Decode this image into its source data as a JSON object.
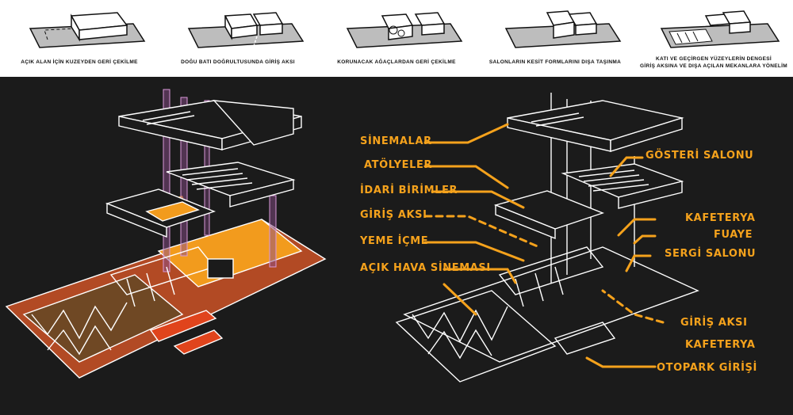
{
  "steps": [
    {
      "caption": "AÇIK ALAN İÇİN KUZEYDEN GERİ ÇEKİLME"
    },
    {
      "caption": "DOĞU BATI DOĞRULTUSUNDA GİRİŞ AKSI"
    },
    {
      "caption": "KORUNACAK AĞAÇLARDAN GERİ ÇEKİLME"
    },
    {
      "caption": "SALONLARIN KESİT FORMLARINI DIŞA TAŞINMA"
    },
    {
      "caption_line1": "KATI VE GEÇİRGEN YÜZEYLERİN DENGESİ",
      "caption_line2": "GİRİŞ AKSINA VE DIŞA AÇILAN MEKANLARA YÖNELİM"
    }
  ],
  "labels": {
    "sinemalar": "SİNEMALAR",
    "atolyeler": "ATÖLYELER",
    "idari": "İDARİ BİRİMLER",
    "giris_aksi_left": "GİRİŞ AKSI",
    "yeme_icme": "YEME İÇME",
    "acik_hava": "AÇIK HAVA SİNEMASI",
    "gosteri": "GÖSTERİ SALONU",
    "kafeterya_top": "KAFETERYA",
    "fuaye": "FUAYE",
    "sergi": "SERGİ SALONU",
    "giris_aksi_right": "GİRİŞ AKSI",
    "kafeterya_bottom": "KAFETERYA",
    "otopark": "OTOPARK GİRİŞİ"
  },
  "colors": {
    "accent": "#f5a21c",
    "orange_fill": "#f29b1d",
    "red_fill": "#e0441c",
    "brown_fill": "#7a4a20",
    "pink_column": "#c58ac8",
    "background_dark": "#1b1b1b"
  }
}
